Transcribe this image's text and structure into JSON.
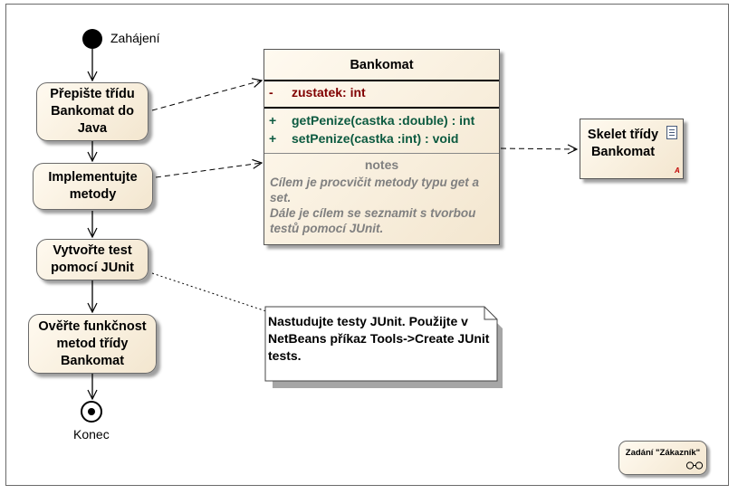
{
  "diagram": {
    "start_label": "Zahájení",
    "end_label": "Konec",
    "actions": [
      {
        "id": "a1",
        "label": "Přepište třídu Bankomat do Java"
      },
      {
        "id": "a2",
        "label": "Implementujte metody"
      },
      {
        "id": "a3",
        "label": "Vytvořte test pomocí JUnit"
      },
      {
        "id": "a4",
        "label": "Ověřte funkčnost metod třídy Bankomat"
      }
    ],
    "class": {
      "name": "Bankomat",
      "attributes": [
        {
          "visibility": "-",
          "text": "zustatek:  int"
        }
      ],
      "operations": [
        {
          "visibility": "+",
          "text": "getPenize(castka :double) : int"
        },
        {
          "visibility": "+",
          "text": "setPenize(castka :int) : void"
        }
      ],
      "notes_header": "notes",
      "notes": "Cílem je procvičit metody typu get a set.\nDále je cílem se seznamit s tvorbou testů pomocí JUnit."
    },
    "artifact": {
      "label": "Skelet třídy Bankomat",
      "icon": "document-icon"
    },
    "note": "Nastudujte testy JUnit. Použijte v NetBeans příkaz Tools->Create JUnit tests.",
    "legend": {
      "label": "Zadání \"Zákazník\"",
      "icon": "goggles-icon"
    }
  }
}
